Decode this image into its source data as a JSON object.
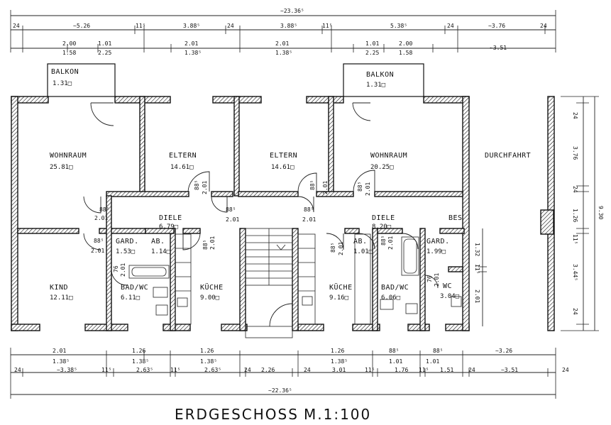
{
  "title": "ERDGESCHOSS",
  "scale": "M.1:100",
  "rooms": {
    "balkon_left": {
      "name": "BALKON",
      "area": "1.31□"
    },
    "balkon_right": {
      "name": "BALKON",
      "area": "1.31□"
    },
    "wohnraum_left": {
      "name": "WOHNRAUM",
      "area": "25.81□"
    },
    "eltern_left": {
      "name": "ELTERN",
      "area": "14.61□"
    },
    "eltern_right": {
      "name": "ELTERN",
      "area": "14.61□"
    },
    "wohnraum_right": {
      "name": "WOHNRAUM",
      "area": "20.25□"
    },
    "durchfahrt": {
      "name": "DURCHFAHRT"
    },
    "diele_left": {
      "name": "DIELE",
      "area": "6.79□"
    },
    "diele_right": {
      "name": "DIELE",
      "area": "8.20□"
    },
    "gard_left": {
      "name": "GARD.",
      "area": "1.53□"
    },
    "ab_left": {
      "name": "AB.",
      "area": "1.14□"
    },
    "ab_right": {
      "name": "AB.",
      "area": "1.01□"
    },
    "gard_right": {
      "name": "GARD.",
      "area": "1.99□"
    },
    "bes": {
      "name": "BES"
    },
    "kind": {
      "name": "KIND",
      "area": "12.11□"
    },
    "badwc_left": {
      "name": "BAD/WC",
      "area": "6.11□"
    },
    "kueche_left": {
      "name": "KÜCHE",
      "area": "9.00□"
    },
    "kueche_right": {
      "name": "KÜCHE",
      "area": "9.16□"
    },
    "badwc_right": {
      "name": "BAD/WC",
      "area": "6.06□"
    },
    "wc": {
      "name": "WC",
      "area": "3.04□"
    }
  },
  "dims_top": {
    "overall": "~23.36⁵",
    "row1": [
      "24",
      "~5.26",
      "11⁵",
      "3.88⁵",
      "24",
      "3.88⁵",
      "11⁵",
      "5.38⁵",
      "24",
      "~3.76",
      "24"
    ],
    "row2_upper": [
      "2.00",
      "1.01",
      "2.01",
      "2.01",
      "1.01",
      "2.00"
    ],
    "row2_lower": [
      "1.58",
      "2.25",
      "1.38⁵",
      "1.38⁵",
      "2.25",
      "1.58",
      "~3.51"
    ]
  },
  "dims_bottom": {
    "row1_upper": [
      "2.01",
      "1.26",
      "1.26",
      "1.26",
      "88⁵",
      "88⁵",
      "~3.26"
    ],
    "row1_lower": [
      "1.38⁵",
      "1.38⁵",
      "1.38⁵",
      "1.38⁵",
      "1.01",
      "1.01"
    ],
    "row2": [
      "24",
      "~3.38⁵",
      "11⁵",
      "2.63⁵",
      "11⁵",
      "2.63⁵",
      "24",
      "2.26",
      "24",
      "3.01",
      "11⁵",
      "1.76",
      "11⁵",
      "1.51",
      "24",
      "~3.51",
      "24"
    ],
    "overall": "~22.36⁵"
  },
  "dims_right": {
    "segments": [
      "24",
      "3.76",
      "24",
      "1.26",
      "11⁵",
      "3.44⁵",
      "24"
    ],
    "overall": "9.30",
    "inner": [
      "1.32",
      "11⁵",
      "2.01"
    ]
  },
  "door_labels": [
    "88⁵",
    "2.01",
    "88⁵",
    "2.01",
    "88⁵",
    "2.01",
    "88⁵",
    "2.01",
    "88⁵",
    "2.01",
    "88⁵",
    "2.01",
    "88⁵",
    "2.01",
    "88⁵",
    "2.01",
    "88⁵",
    "2.01",
    "76",
    "2.01",
    "76",
    "2.01",
    "88⁵",
    "2.01"
  ]
}
